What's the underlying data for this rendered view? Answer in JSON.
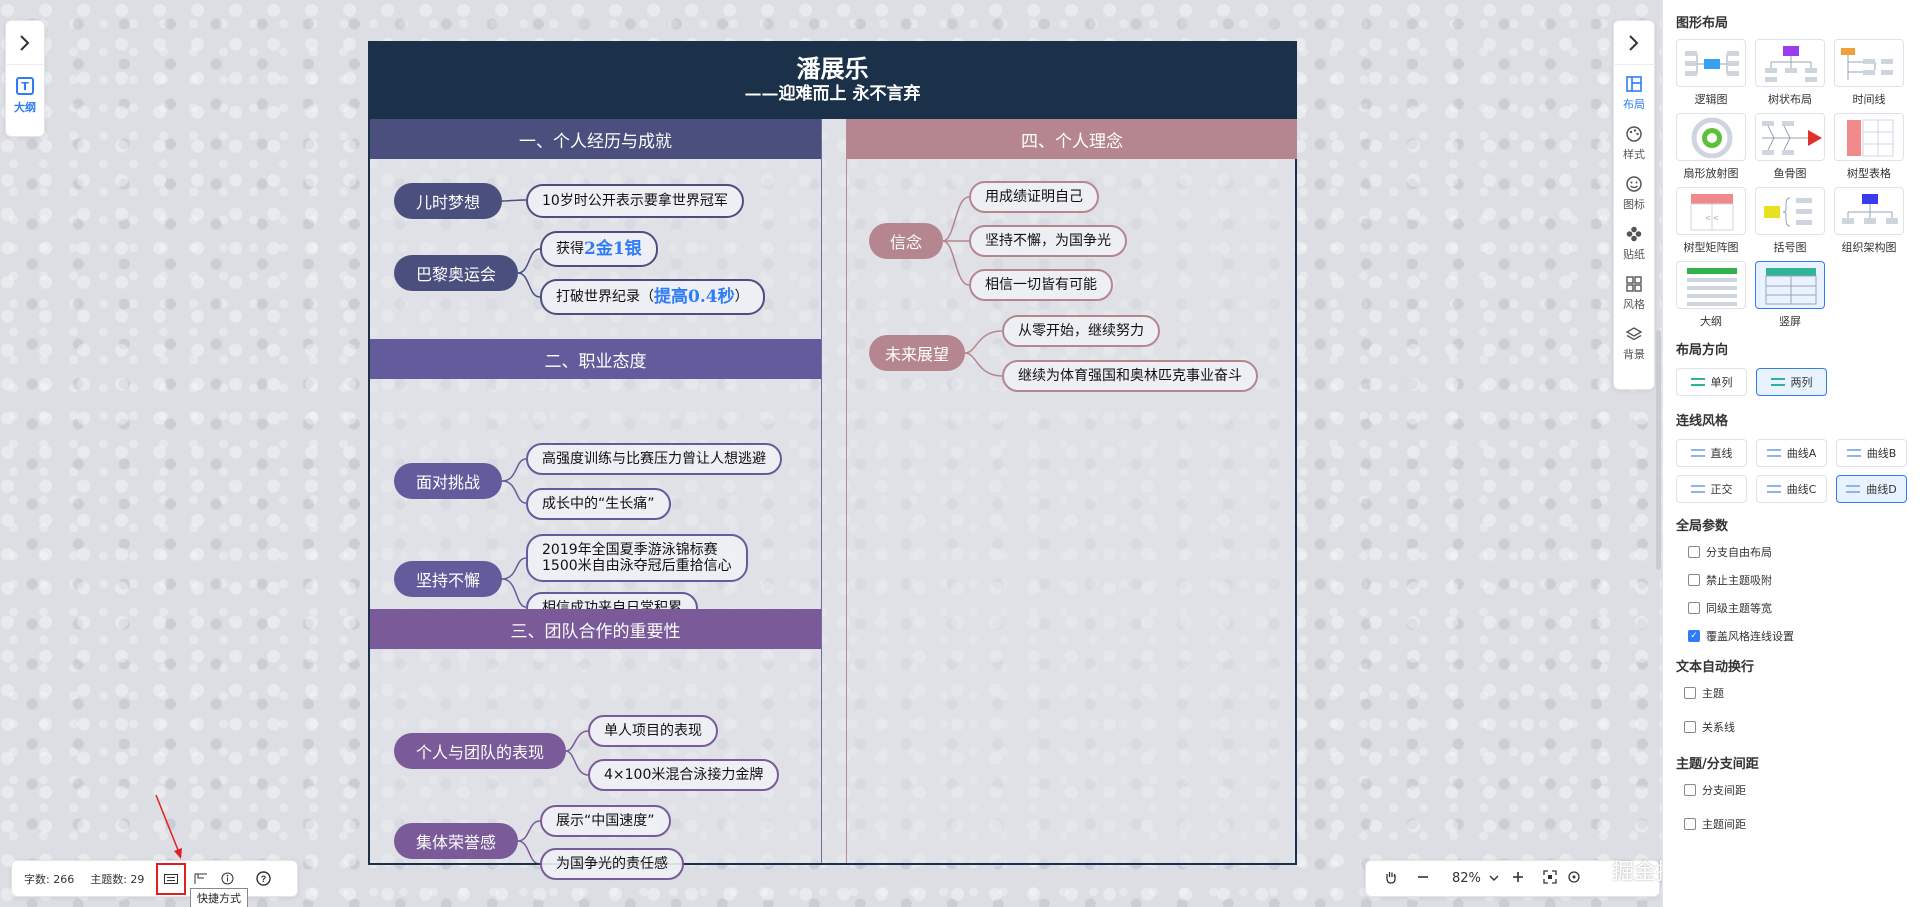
{
  "left_panel": {
    "outline_label": "大纲"
  },
  "right_toolbar": {
    "items": [
      {
        "label": "布局",
        "icon": "layout-icon"
      },
      {
        "label": "样式",
        "icon": "palette-icon"
      },
      {
        "label": "图标",
        "icon": "smiley-icon"
      },
      {
        "label": "贴纸",
        "icon": "sticker-icon"
      },
      {
        "label": "风格",
        "icon": "theme-grid-icon"
      },
      {
        "label": "背景",
        "icon": "layers-icon"
      }
    ]
  },
  "mindmap": {
    "title": "潘展乐",
    "subtitle": "——迎难而上 永不言弃",
    "sections": [
      {
        "title": "一、个人经历与成就",
        "color": "#4a4f7e"
      },
      {
        "title": "二、职业态度",
        "color": "#625c9c"
      },
      {
        "title": "三、团队合作的重要性",
        "color": "#7a5a98"
      },
      {
        "title": "四、个人理念",
        "color": "#b5868f"
      }
    ],
    "s1": {
      "n1": {
        "label": "儿时梦想",
        "children": [
          "10岁时公开表示要拿世界冠军"
        ]
      },
      "n2": {
        "label": "巴黎奥运会",
        "c1_prefix": "获得",
        "c1_highlight": "2金1银",
        "c2_prefix": "打破世界纪录（",
        "c2_highlight": "提高0.4秒",
        "c2_suffix": "）"
      }
    },
    "s2": {
      "n1": {
        "label": "面对挑战",
        "children": [
          "高强度训练与比赛压力曾让人想逃避",
          "成长中的“生长痛”"
        ]
      },
      "n2": {
        "label": "坚持不懈",
        "c1_line1": "2019年全国夏季游泳锦标赛",
        "c1_line2": "1500米自由泳夺冠后重拾信心",
        "c2": "相信成功来自日常积累"
      }
    },
    "s3": {
      "n1": {
        "label": "个人与团队的表现",
        "children": [
          "单人项目的表现",
          "4×100米混合泳接力金牌"
        ]
      },
      "n2": {
        "label": "集体荣誉感",
        "children": [
          "展示“中国速度”",
          "为国争光的责任感"
        ]
      }
    },
    "s4": {
      "n1": {
        "label": "信念",
        "children": [
          "用成绩证明自己",
          "坚持不懈，为国争光",
          "相信一切皆有可能"
        ]
      },
      "n2": {
        "label": "未来展望",
        "children": [
          "从零开始，继续努力",
          "继续为体育强国和奥林匹克事业奋斗"
        ]
      }
    }
  },
  "status": {
    "word_count": "字数: 266",
    "topic_count": "主题数: 29",
    "tooltip": "快捷方式"
  },
  "zoom": {
    "value": "82%"
  },
  "watermark": "掘金技术社区 @ 图形天下",
  "sidebar": {
    "layout_title": "图形布局",
    "layouts": [
      "逻辑图",
      "树状布局",
      "时间线",
      "扇形放射图",
      "鱼骨图",
      "树型表格",
      "树型矩阵图",
      "括号图",
      "组织架构图",
      "大纲",
      "竖屏"
    ],
    "direction_title": "布局方向",
    "directions": [
      "单列",
      "两列"
    ],
    "line_title": "连线风格",
    "lines": [
      "直线",
      "曲线A",
      "曲线B",
      "正交",
      "曲线C",
      "曲线D"
    ],
    "global_title": "全局参数",
    "global_opts": [
      "分支自由布局",
      "禁止主题吸附",
      "同级主题等宽",
      "覆盖风格连线设置"
    ],
    "wrap_title": "文本自动换行",
    "wrap_opts": [
      "主题",
      "关系线"
    ],
    "spacing_title": "主题/分支间距",
    "spacing_opts": [
      "分支间距",
      "主题间距"
    ]
  },
  "colors": {
    "accent": "#2f7cf6",
    "header": "#1b3149"
  }
}
